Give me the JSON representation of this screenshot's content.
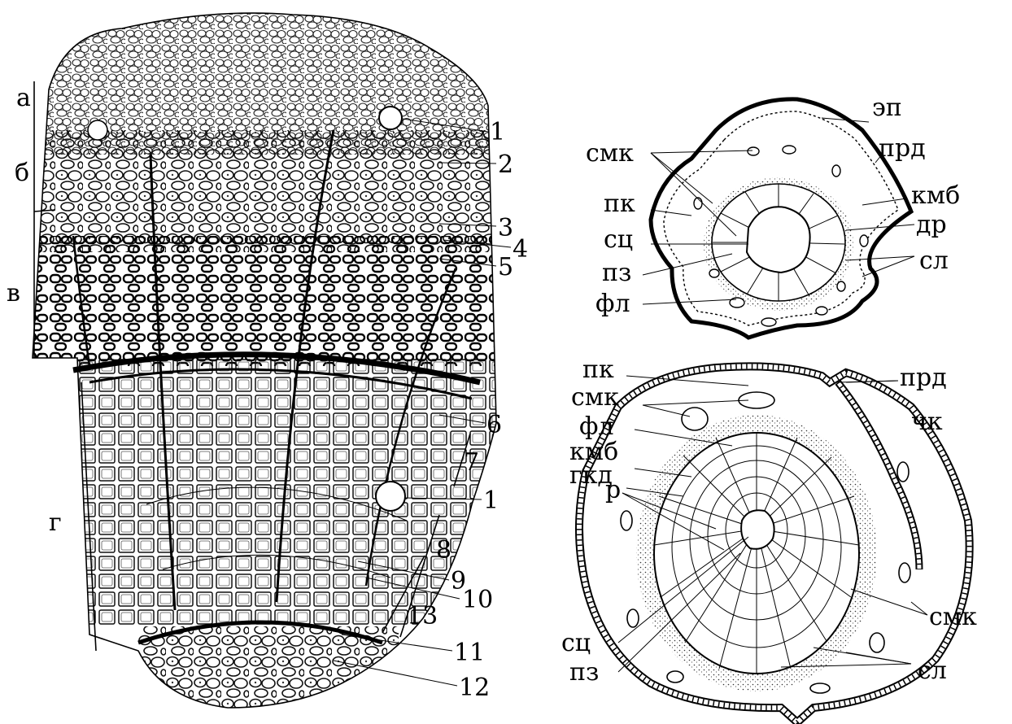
{
  "left_figure": {
    "zones": [
      "а",
      "б",
      "в",
      "г"
    ],
    "numbers": [
      "1",
      "2",
      "3",
      "4",
      "5",
      "6",
      "7",
      "1",
      "8",
      "9",
      "10",
      "13",
      "11",
      "12"
    ]
  },
  "top_right_figure": {
    "labels": {
      "ep": "эп",
      "smk": "смк",
      "prd": "прд",
      "pk": "пк",
      "kmb": "кмб",
      "sts": "сц",
      "dr": "др",
      "pz": "пз",
      "sl": "сл",
      "fl": "фл"
    }
  },
  "bottom_right_figure": {
    "labels": {
      "pk": "пк",
      "prd": "прд",
      "smk": "смк",
      "chk": "чк",
      "fl": "фл",
      "kmb": "кмб",
      "gkd": "гкд",
      "r": "р",
      "smk2": "смк",
      "sts": "сц",
      "pz": "пз",
      "sl": "сл"
    }
  }
}
